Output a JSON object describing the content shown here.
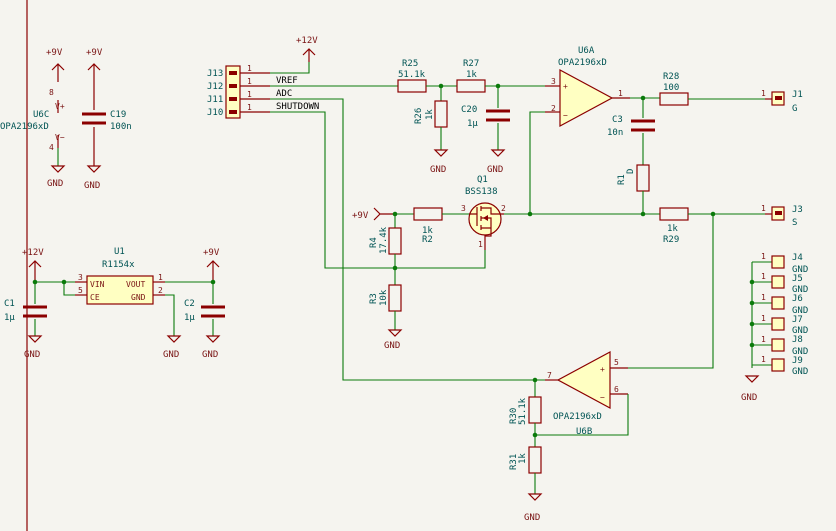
{
  "power": {
    "p9v": "+9V",
    "p12v": "+12V",
    "gnd": "GND"
  },
  "nets": {
    "vref": "VREF",
    "adc": "ADC",
    "shutdown": "SHUTDOWN"
  },
  "connectors": {
    "j13": "J13",
    "j12": "J12",
    "j11": "J11",
    "j10": "J10",
    "j1": "J1",
    "j1v": "G",
    "j3": "J3",
    "j3v": "S",
    "j4": "J4",
    "j5": "J5",
    "j6": "J6",
    "j7": "J7",
    "j8": "J8",
    "j9": "J9"
  },
  "parts": {
    "u6a": "U6A",
    "u6b": "U6B",
    "u6c": "U6C",
    "opa": "OPA2196xD",
    "opa_c": "OPA2196xD",
    "u1": "U1",
    "u1v": "R1154x",
    "vin": "VIN",
    "ce": "CE",
    "vout": "VOUT",
    "ugnd": "GND",
    "q1": "Q1",
    "q1v": "BSS138",
    "r25": "R25",
    "r25v": "51.1k",
    "r27": "R27",
    "r27v": "1k",
    "r26": "R26",
    "r26v": "1k",
    "c20": "C20",
    "c20v": "1µ",
    "r28": "R28",
    "r28v": "100",
    "c3": "C3",
    "c3v": "10n",
    "r1": "R1",
    "r1v": "D",
    "r29": "R29",
    "r29v": "1k",
    "r2": "R2",
    "r2v": "1k",
    "r4": "R4",
    "r4v": "17.4k",
    "r3": "R3",
    "r3v": "10k",
    "r30": "R30",
    "r30v": "51.1k",
    "r31": "R31",
    "r31v": "1k",
    "c19": "C19",
    "c19v": "100n",
    "c1": "C1",
    "c1v": "1µ",
    "c2": "C2",
    "c2v": "1µ"
  },
  "pins": {
    "n1": "1",
    "n2": "2",
    "n3": "3",
    "n4": "4",
    "n5": "5",
    "n6": "6",
    "n7": "7",
    "n8": "8",
    "plus": "+",
    "minus": "−",
    "vp": "V+",
    "vm": "V−"
  }
}
